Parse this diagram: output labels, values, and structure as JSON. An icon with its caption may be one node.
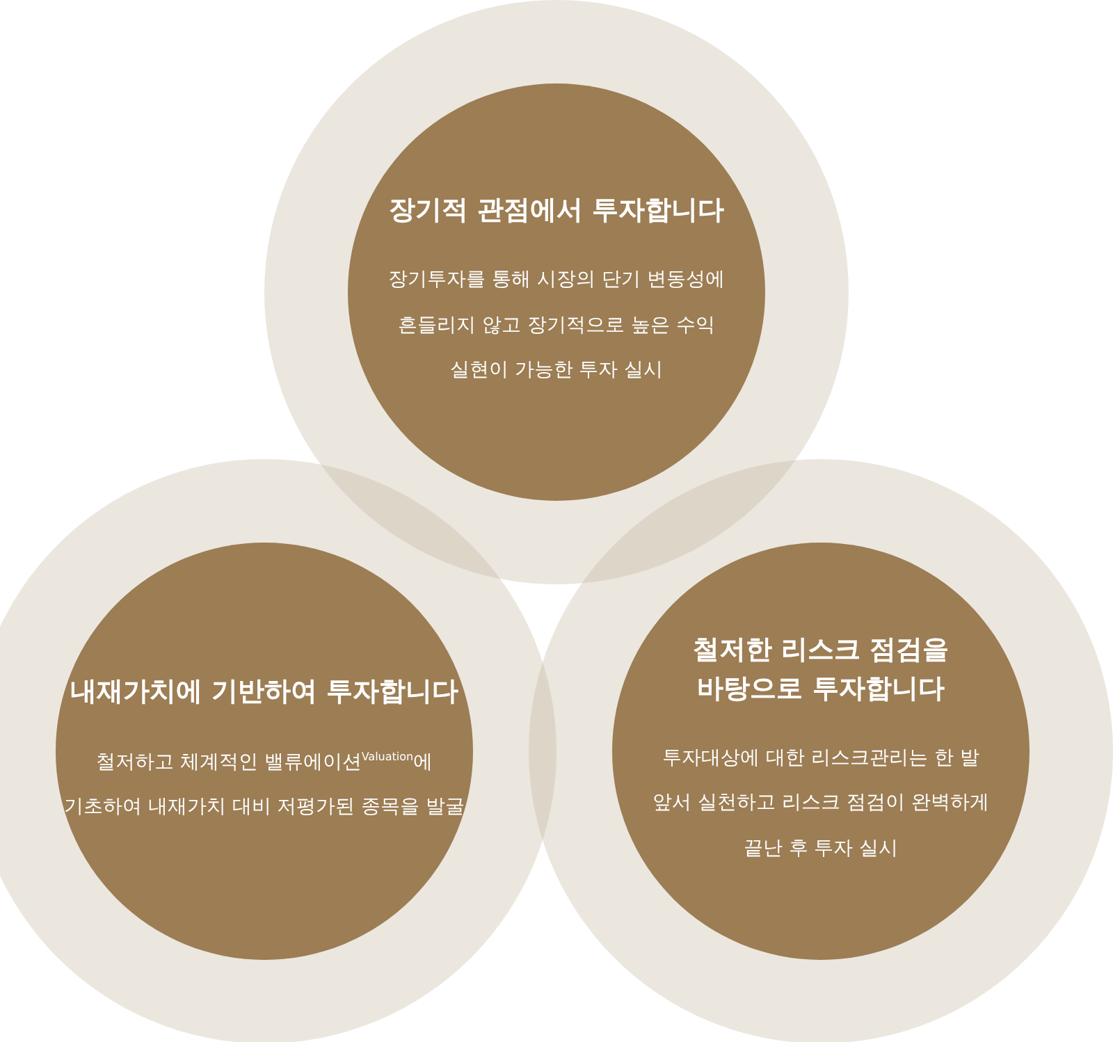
{
  "diagram": {
    "nodes": [
      {
        "text": [
          "장기적 관점에서 투자합니다",
          "장기투자를 통해 시장의 단기 변동성에 흔들리지 않고 장기적으로 높은 수익 실현이 가능한 투자 실시"
        ]
      },
      {
        "text": [
          "내재가치에 기반하여 투자합니다",
          "철저하고 체계적인 밸류에이션$^{Valuation}$에 기초하여 내재가치 대비 저평가된 종목을 발굴"
        ]
      },
      {
        "text": [
          "철저한 리스크 점검을 바탕으로 투자합니다",
          "투자대상에 대한 리스크관리는 한 발 앞서 실천하고 리스크 점검이 완벽하게 끝난 후 투자 실시"
        ]
      }
    ]
  }
}
